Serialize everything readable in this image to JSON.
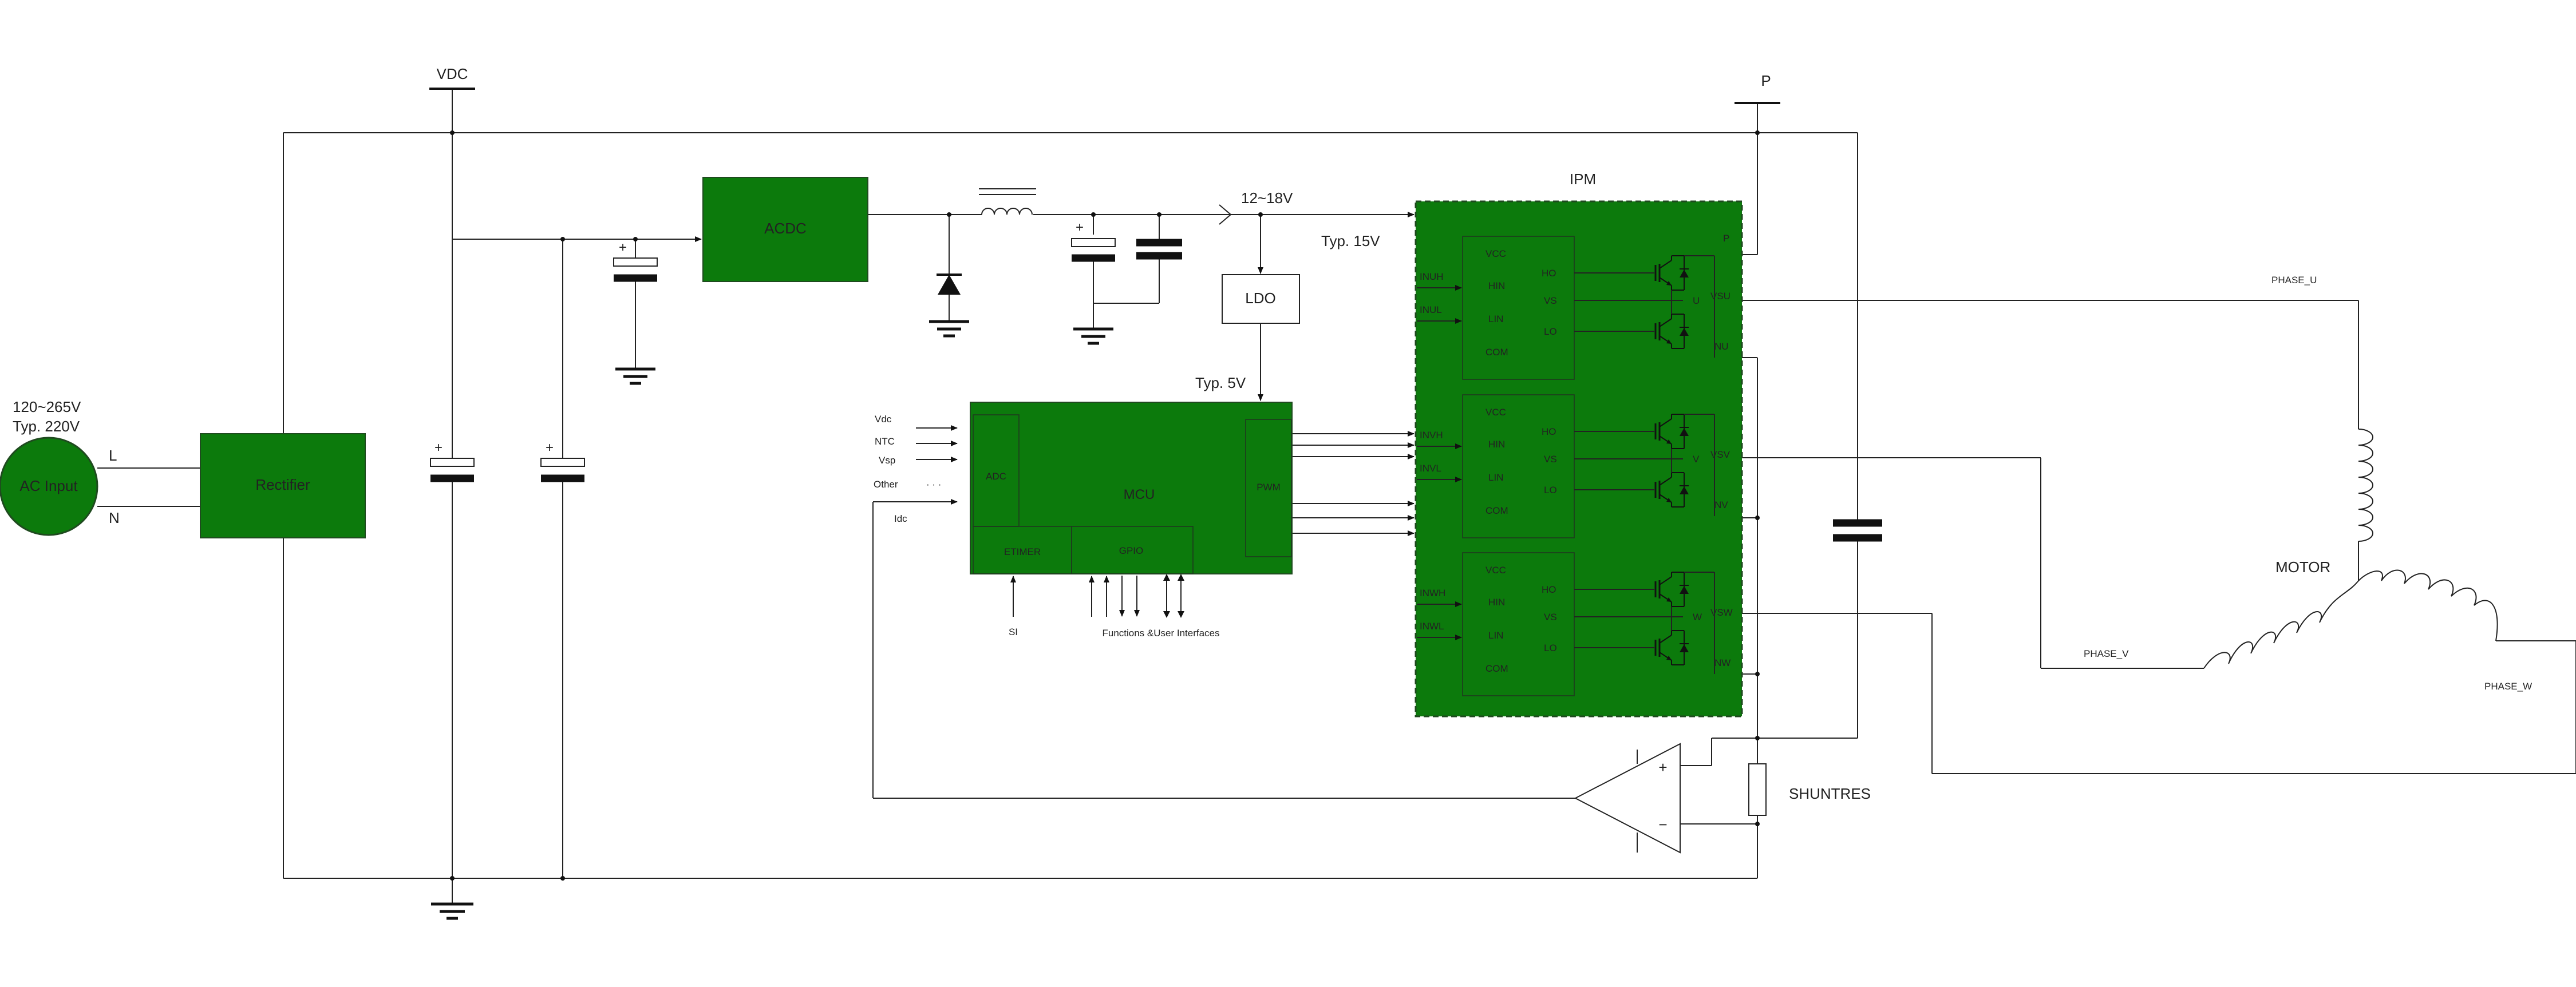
{
  "labels": {
    "vdc": "VDC",
    "p_top": "P",
    "ipm": "IPM",
    "acdc": "ACDC",
    "rectifier": "Rectifier",
    "ac_input": "AC Input",
    "input_range": "120~265V",
    "input_typ": "Typ. 220V",
    "line_l": "L",
    "line_n": "N",
    "rail_range": "12~18V",
    "rail_typ": "Typ. 15V",
    "ldo": "LDO",
    "ldo_typ": "Typ. 5V",
    "mcu": "MCU",
    "adc": "ADC",
    "pwm": "PWM",
    "etimer": "ETIMER",
    "gpio": "GPIO",
    "si": "SI",
    "functions": "Functions &User Interfaces",
    "in_vdc": "Vdc",
    "in_ntc": "NTC",
    "in_vsp": "Vsp",
    "in_other": "Other",
    "in_dots": "· · ·",
    "in_idc": "Idc",
    "motor": "MOTOR",
    "phase_u": "PHASE_U",
    "phase_v": "PHASE_V",
    "phase_w": "PHASE_W",
    "shuntres": "SHUNTRES",
    "plus": "+",
    "minus": "−"
  },
  "drivers": [
    {
      "vcc": "VCC",
      "hin": "HIN",
      "lin": "LIN",
      "com": "COM",
      "ho": "HO",
      "vs": "VS",
      "lo": "LO",
      "inh": "INUH",
      "inl": "INUL",
      "out": "U",
      "vsx": "VSU",
      "nx": "NU"
    },
    {
      "vcc": "VCC",
      "hin": "HIN",
      "lin": "LIN",
      "com": "COM",
      "ho": "HO",
      "vs": "VS",
      "lo": "LO",
      "inh": "INVH",
      "inl": "INVL",
      "out": "V",
      "vsx": "VSV",
      "nx": "NV"
    },
    {
      "vcc": "VCC",
      "hin": "HIN",
      "lin": "LIN",
      "com": "COM",
      "ho": "HO",
      "vs": "VS",
      "lo": "LO",
      "inh": "INWH",
      "inl": "INWL",
      "out": "W",
      "vsx": "VSW",
      "nx": "NW"
    }
  ],
  "ipm_p": "P",
  "colors": {
    "block_fill": "#0c7a0c",
    "wire": "#222222"
  }
}
